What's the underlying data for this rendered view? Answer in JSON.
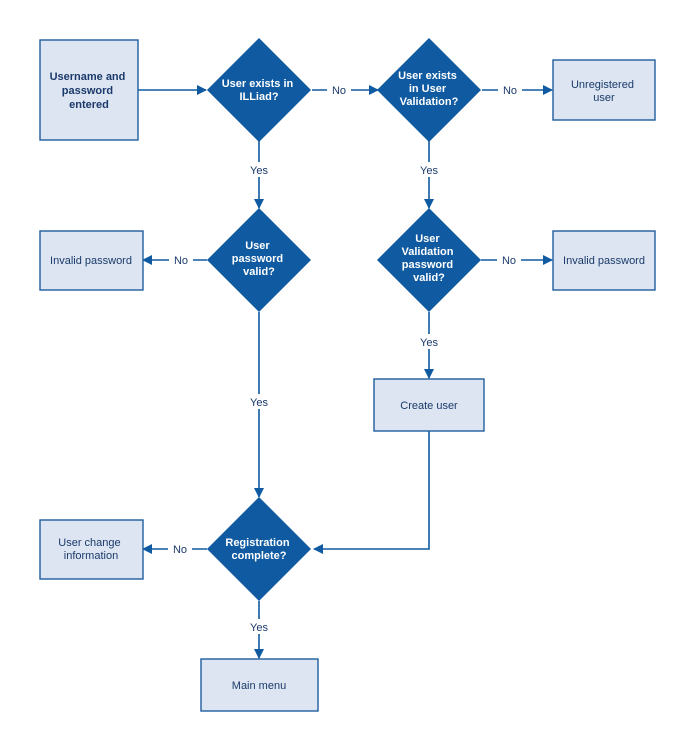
{
  "colors": {
    "box_fill": "#dce5f1",
    "box_stroke": "#1f5d9e",
    "diamond_fill": "#0f5aa0",
    "line": "#0f5aa0",
    "text": "#1b3a6b"
  },
  "nodes": {
    "start": {
      "lines": [
        "Username and",
        "password",
        "entered"
      ]
    },
    "exists_illiad": {
      "lines": [
        "User exists in",
        "ILLiad?"
      ]
    },
    "exists_uv": {
      "lines": [
        "User exists",
        "in User",
        "Validation?"
      ]
    },
    "unregistered": {
      "lines": [
        "Unregistered",
        "user"
      ]
    },
    "pw_valid": {
      "lines": [
        "User",
        "password",
        "valid?"
      ]
    },
    "invalid_left": {
      "lines": [
        "Invalid password"
      ]
    },
    "uv_pw_valid": {
      "lines": [
        "User",
        "Validation",
        "password",
        "valid?"
      ]
    },
    "invalid_right": {
      "lines": [
        "Invalid password"
      ]
    },
    "create_user": {
      "lines": [
        "Create user"
      ]
    },
    "reg_complete": {
      "lines": [
        "Registration",
        "complete?"
      ]
    },
    "user_change": {
      "lines": [
        "User change",
        "information"
      ]
    },
    "main_menu": {
      "lines": [
        "Main menu"
      ]
    }
  },
  "edges": {
    "illiad_no": "No",
    "uv_no": "No",
    "illiad_yes": "Yes",
    "uv_yes": "Yes",
    "pw_no": "No",
    "uvpw_no": "No",
    "uvpw_yes": "Yes",
    "pw_yes": "Yes",
    "reg_no": "No",
    "reg_yes": "Yes"
  }
}
